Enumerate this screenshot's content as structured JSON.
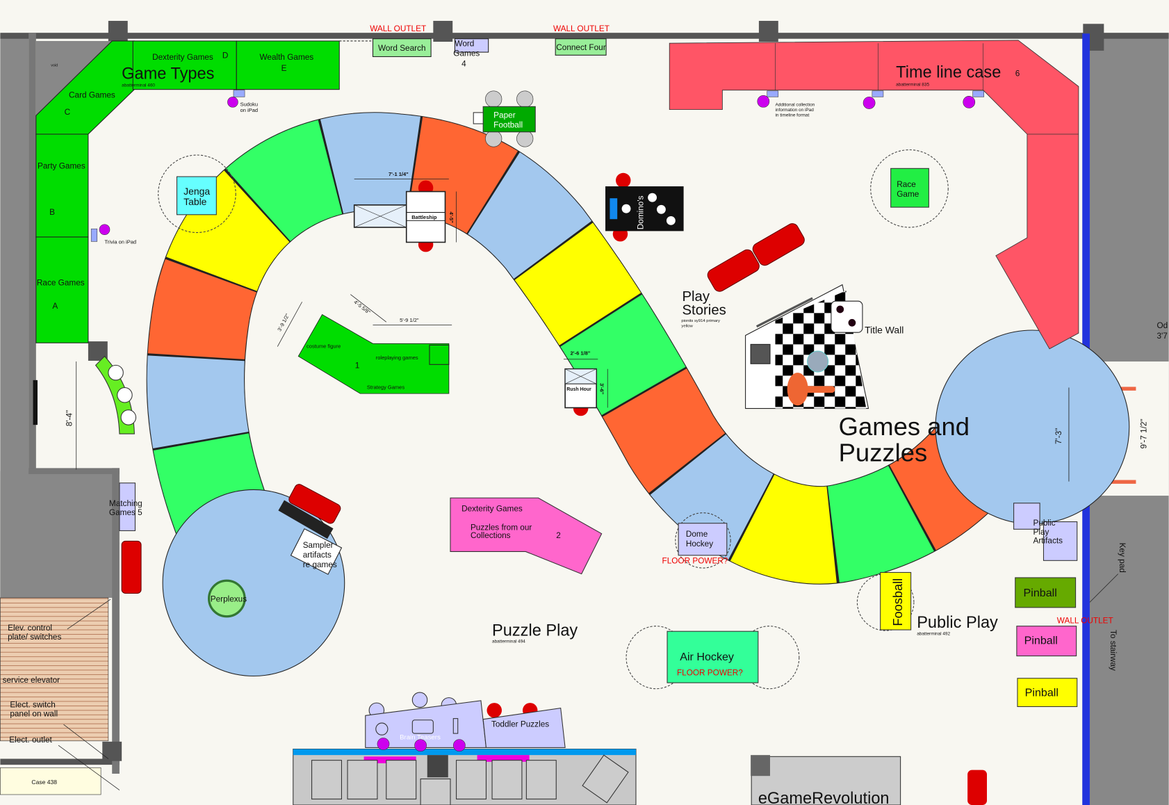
{
  "colors": {
    "floor": "#f8f7f1",
    "wall": "#888888",
    "case_green": "#00dd00",
    "timeline_red": "#ff5566",
    "board_green": "#33ff66",
    "board_blue": "#a3c8ee",
    "board_orange": "#ff6633",
    "board_yellow": "#ffff00",
    "lavender": "#ccccff",
    "ipad_purple": "#cc00ee"
  },
  "board_segments": [
    "#33ff66",
    "#a3c8ee",
    "#ff6633",
    "#ffff00",
    "#33ff66",
    "#a3c8ee",
    "#ff6633",
    "#a3c8ee",
    "#ffff00",
    "#33ff66",
    "#ff6633",
    "#a3c8ee",
    "#ffff00",
    "#33ff66",
    "#ff6633"
  ],
  "zones": {
    "game_types": "Game Types",
    "game_types_code": "abatterminal 460",
    "timeline": "Time line case",
    "timeline_num": "6",
    "timeline_code": "abatterminal 835",
    "play_stories_1": "Play",
    "play_stories_2": "Stories",
    "play_stories_note_1": "pionits sy914 primary",
    "play_stories_note_2": "yellow",
    "games_puzzles_1": "Games and",
    "games_puzzles_2": "Puzzles",
    "puzzle_play": "Puzzle Play",
    "puzzle_play_code": "abatterminal 494",
    "public_play": "Public Play",
    "public_play_code": "abatterminal 492",
    "egame": "eGameRevolution"
  },
  "cases": {
    "void": "void",
    "card_1": "Card Games",
    "card_2": "C",
    "dexterity_1": "Dexterity Games",
    "dexterity_2": "D",
    "wealth_1": "Wealth Games",
    "wealth_2": "E",
    "party_1": "Party Games",
    "party_2": "B",
    "race_1": "Race Games",
    "race_2": "A",
    "word_search": "Word Search",
    "word_games_1": "Word",
    "word_games_2": "Games",
    "word_games_3": "4",
    "connect_four": "Connect Four",
    "wall_outlet": "WALL OUTLET",
    "center_1": "costume figure",
    "center_2": "roleplaying games",
    "center_3": "Strategy Games",
    "center_4": "1",
    "pink_1": "Dexterity  Games",
    "pink_2": "Puzzles from our",
    "pink_3": "Collections",
    "pink_4": "2",
    "matching_1": "Matching",
    "matching_2": "Games 5",
    "public_artifacts_1": "Public",
    "public_artifacts_2": "Play",
    "public_artifacts_3": "Artifacts",
    "toddler": "Toddler Puzzles",
    "brain": "Brain  Teasers",
    "case438": "Case 438"
  },
  "ipads": {
    "sudoku_1": "Sudoku",
    "sudoku_2": "on iPad",
    "trivia": "Trivia on iPad",
    "timeline_1": "Additional collection",
    "timeline_2": "information on iPad",
    "timeline_3": "in timeline format"
  },
  "stations": {
    "paper_football_1": "Paper",
    "paper_football_2": "Football",
    "jenga_1": "Jenga",
    "jenga_2": "Table",
    "race_game_1": "Race",
    "race_game_2": "Game",
    "dominos": "Domino's",
    "battleship": "Battleship",
    "rush_hour": "Rush Hour",
    "title_wall": "Title Wall",
    "dome_hockey_1": "Dome",
    "dome_hockey_2": "Hockey",
    "floor_power": "FLOOR POWER?",
    "air_hockey": "Air Hockey",
    "foosball": "Foosball",
    "pinball": "Pinball",
    "sampler_1": "Sampler",
    "sampler_2": "artifacts",
    "sampler_3": "re games",
    "perplexus": "Perplexus"
  },
  "dimensions": {
    "battleship_w": "7'-1 1/4\"",
    "battleship_h": "4'-5\"",
    "rush_w": "2'-6 1/8\"",
    "rush_h": "3'-6\"",
    "center_a": "3'-9 1/2\"",
    "center_b": "4'-5 5/8\"",
    "center_c": "5'-9 1/2\"",
    "alcove": "8'-4\"",
    "door": "7'-3\"",
    "door2": "9'-7  1/2\"",
    "od_1": "Od",
    "od_2": "3'7"
  },
  "building": {
    "elev_control_1": "Elev. control",
    "elev_control_2": "plate/ switches",
    "service_elevator": "service elevator",
    "elect_switch_1": "Elect. switch",
    "elect_switch_2": "panel on wall",
    "elect_outlet": "Elect. outlet",
    "key_pad": "Key pad",
    "to_stairway": "To stairway"
  }
}
